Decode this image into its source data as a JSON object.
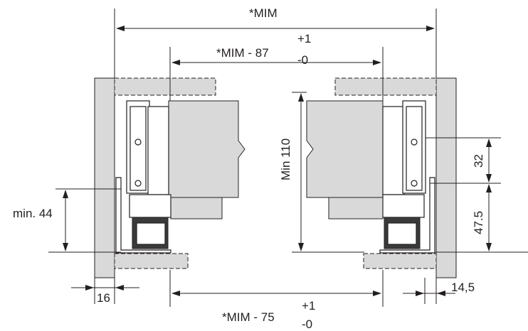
{
  "dimensions": {
    "mim": "*MIM",
    "mim_minus_87": "*MIM - 87",
    "mim_minus_75": "*MIM - 75",
    "tol_plus": "+1",
    "tol_minus": "-0",
    "min_44": "min. 44",
    "min_110": "Min 110",
    "d16": "16",
    "d32": "32",
    "d47_5": "47.5",
    "d14_5": "14,5"
  },
  "colors": {
    "panel": "#d9d9da",
    "line": "#231f20"
  }
}
